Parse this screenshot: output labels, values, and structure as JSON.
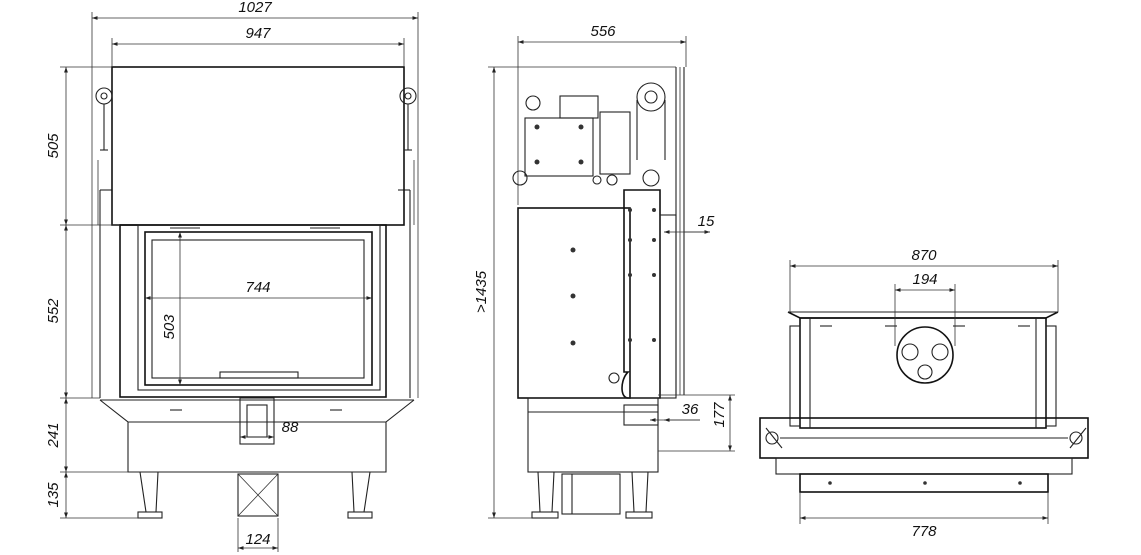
{
  "drawing": {
    "front_view": {
      "dims": {
        "overall_width": "1027",
        "hood_width": "947",
        "hood_height": "505",
        "door_section_height": "552",
        "base_height": "241",
        "leg_height": "135",
        "glass_width": "744",
        "glass_height": "503",
        "flue_offset": "88",
        "spigot_width": "124"
      }
    },
    "side_view": {
      "dims": {
        "depth": "556",
        "total_height": ">1435",
        "rail_gap": "15",
        "rear_offset": "36",
        "rear_height": "177"
      }
    },
    "top_view": {
      "dims": {
        "width": "870",
        "flue_diameter": "194",
        "front_width": "778"
      }
    }
  }
}
